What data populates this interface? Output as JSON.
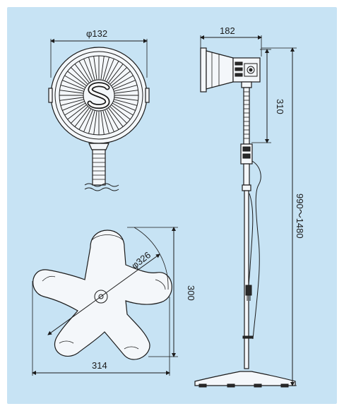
{
  "dimensions": {
    "head_diameter": "φ132",
    "head_depth": "182",
    "neck_length": "310",
    "height_range": "990～1480",
    "base_diameter": "φ326",
    "base_depth": "300",
    "base_width": "314"
  },
  "colors": {
    "background": "#c7e3f4",
    "line": "#1b1b1b"
  }
}
